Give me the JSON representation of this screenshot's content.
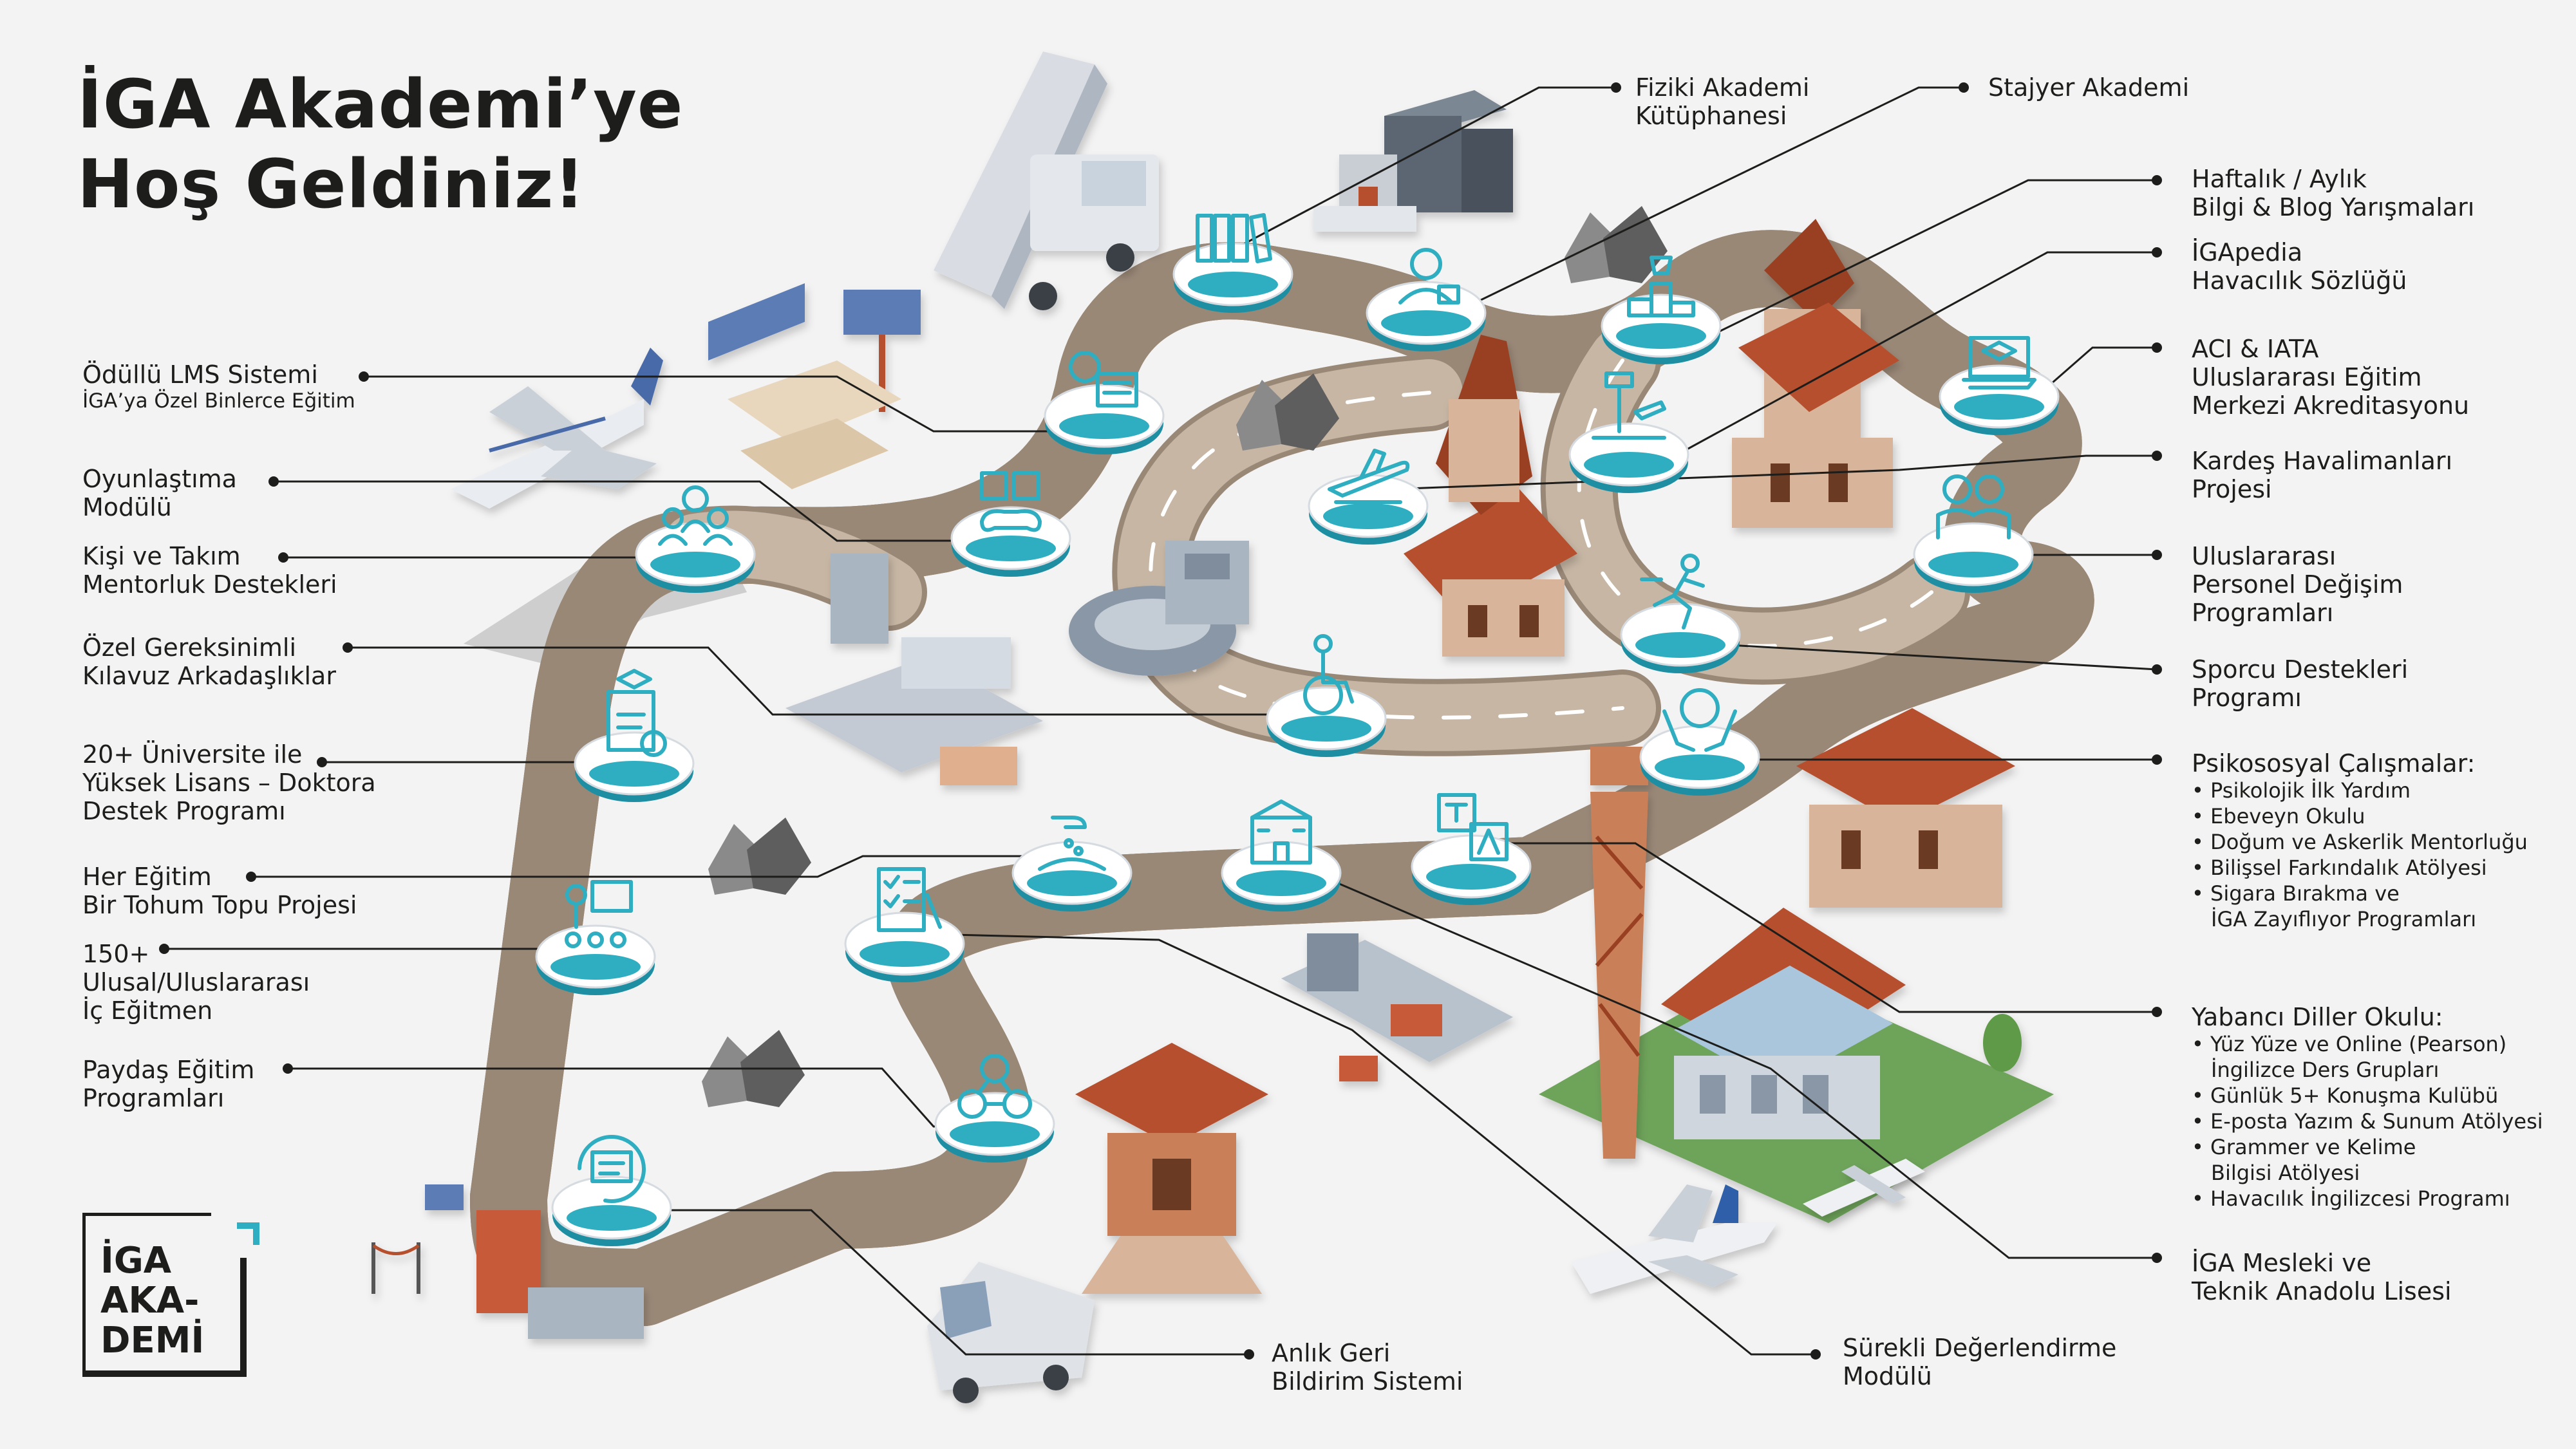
{
  "title": {
    "line1": "İGA Akademi’ye",
    "line2": "Hoş Geldiniz!"
  },
  "logo": {
    "line1": "İGA",
    "line2": "AKA-",
    "line3": "DEMİ"
  },
  "colors": {
    "road": "#c7b6a4",
    "road_edge": "#9a8877",
    "teal": "#2eaec0",
    "brick": "#b5502f",
    "dark": "#1d1d1b",
    "bg": "#f3f3f3"
  },
  "labels_left": [
    {
      "id": "lms",
      "lines": [
        "Ödüllü LMS Sistemi"
      ],
      "sub": "İGA’ya Özel Binlerce Eğitim",
      "icon": "screen-monitor-icon"
    },
    {
      "id": "gamification",
      "lines": [
        "Oyunlaştıma",
        "Modülü"
      ],
      "icon": "game-controller-icon"
    },
    {
      "id": "mentoring",
      "lines": [
        "Kişi ve Takım",
        "Mentorluk Destekleri"
      ],
      "icon": "team-icon"
    },
    {
      "id": "special_needs",
      "lines": [
        "Özel Gereksinimli",
        "Kılavuz Arkadaşlıklar"
      ],
      "icon": "wheelchair-icon"
    },
    {
      "id": "university",
      "lines": [
        "20+ Üniversite ile",
        "Yüksek Lisans – Doktora",
        "Destek Programı"
      ],
      "icon": "diploma-icon"
    },
    {
      "id": "seed_ball",
      "lines": [
        "Her Eğitim",
        "Bir Tohum Topu Projesi"
      ],
      "icon": "seed-hand-icon"
    },
    {
      "id": "trainers",
      "lines": [
        "150+",
        "Ulusal/Uluslararası",
        "İç Eğitmen"
      ],
      "icon": "trainer-board-icon"
    },
    {
      "id": "stakeholder",
      "lines": [
        "Paydaş Eğitim",
        "Programları"
      ],
      "icon": "network-icon"
    }
  ],
  "labels_top": [
    {
      "id": "library",
      "lines": [
        "Fiziki Akademi",
        "Kütüphanesi"
      ],
      "icon": "books-icon"
    },
    {
      "id": "intern",
      "lines": [
        "Stajyer Akademi"
      ],
      "icon": "intern-icon"
    }
  ],
  "labels_right": [
    {
      "id": "contests",
      "lines": [
        "Haftalık / Aylık",
        "Bilgi & Blog Yarışmaları"
      ],
      "icon": "trophy-podium-icon"
    },
    {
      "id": "igapedia",
      "lines": [
        "İGApedia",
        "Havacılık Sözlüğü"
      ],
      "icon": "tower-icon"
    },
    {
      "id": "aci_iata",
      "lines": [
        "ACI & IATA",
        "Uluslararası Eğitim",
        "Merkezi Akreditasyonu"
      ],
      "icon": "laptop-cap-icon"
    },
    {
      "id": "sister_airports",
      "lines": [
        "Kardeş Havalimanları",
        "Projesi"
      ],
      "icon": "airplane-icon"
    },
    {
      "id": "exchange",
      "lines": [
        "Uluslararası",
        "Personel Değişim",
        "Programları"
      ],
      "icon": "people-icon"
    },
    {
      "id": "athlete",
      "lines": [
        "Sporcu Destekleri",
        "Programı"
      ],
      "icon": "runner-icon"
    },
    {
      "id": "psychosocial",
      "lines": [
        "Psikososyal Çalışmalar:"
      ],
      "bullets": [
        "Psikolojik İlk Yardım",
        "Ebeveyn Okulu",
        "Doğum ve Askerlik Mentorluğu",
        "Bilişsel Farkındalık Atölyesi",
        "Sigara Bırakma ve"
      ],
      "cont": "İGA Zayıflıyor Programları",
      "icon": "brain-hands-icon"
    },
    {
      "id": "languages",
      "lines": [
        "Yabancı Diller Okulu:"
      ],
      "bullets": [
        "Yüz Yüze ve Online (Pearson)"
      ],
      "cont1": "İngilizce Ders Grupları",
      "bullets2": [
        "Günlük 5+ Konuşma Kulübü",
        "E-posta Yazım & Sunum Atölyesi",
        "Grammer ve Kelime"
      ],
      "cont2": "Bilgisi Atölyesi",
      "bullets3": [
        "Havacılık İngilizcesi Programı"
      ],
      "icon": "translate-icon"
    },
    {
      "id": "vocational",
      "lines": [
        "İGA Mesleki ve",
        "Teknik Anadolu Lisesi"
      ],
      "icon": "school-building-icon"
    }
  ],
  "labels_bottom": [
    {
      "id": "feedback",
      "lines": [
        "Anlık Geri",
        "Bildirim Sistemi"
      ],
      "icon": "chat-feedback-icon"
    },
    {
      "id": "assessment",
      "lines": [
        "Sürekli Değerlendirme",
        "Modülü"
      ],
      "icon": "checklist-icon"
    }
  ]
}
